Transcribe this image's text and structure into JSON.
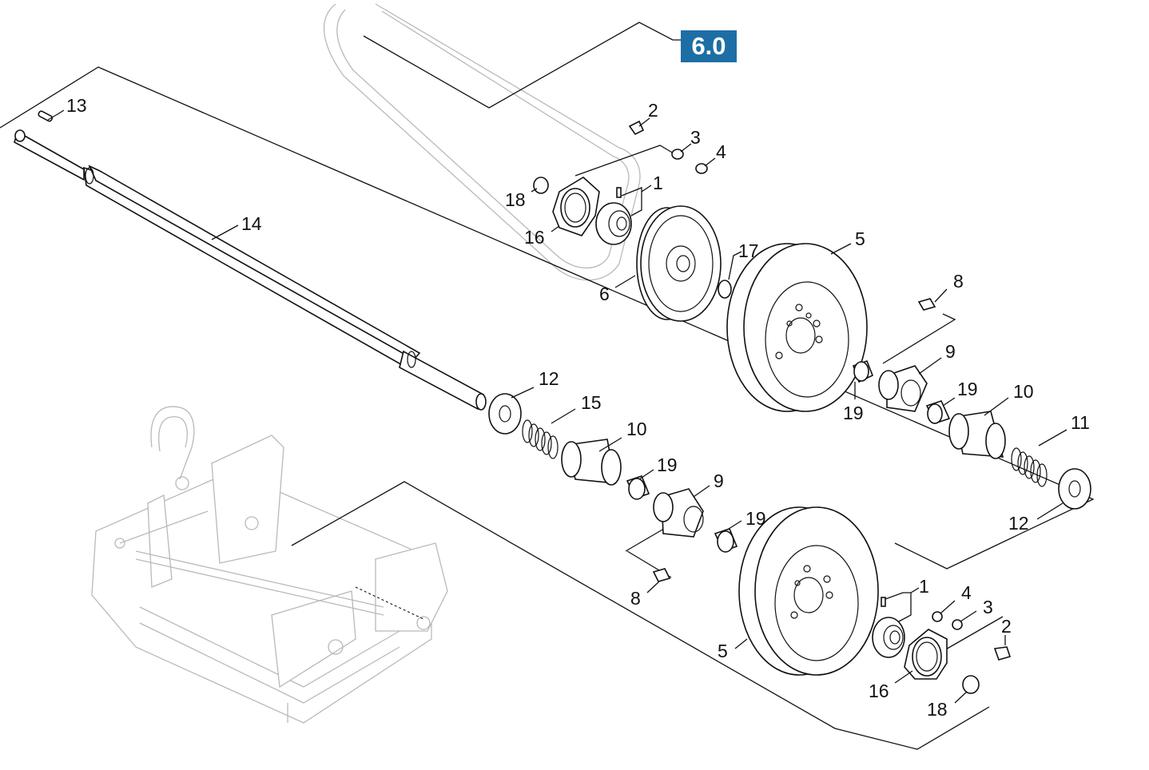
{
  "badge": {
    "label": "6.0",
    "color": "#1d6ea5"
  },
  "labels": {
    "l13": "13",
    "l14": "14",
    "l2a": "2",
    "l3a": "3",
    "l4a": "4",
    "l18a": "18",
    "l1a": "1",
    "l16a": "16",
    "l6": "6",
    "l17": "17",
    "l5a": "5",
    "l8a": "8",
    "l9a": "9",
    "l19a": "19",
    "l19b": "19",
    "l10a": "10",
    "l11": "11",
    "l12a": "12",
    "l12b": "12",
    "l15": "15",
    "l10b": "10",
    "l19c": "19",
    "l9b": "9",
    "l19d": "19",
    "l8b": "8",
    "l1b": "1",
    "l4b": "4",
    "l3b": "3",
    "l2b": "2",
    "l5b": "5",
    "l16b": "16",
    "l18b": "18"
  }
}
